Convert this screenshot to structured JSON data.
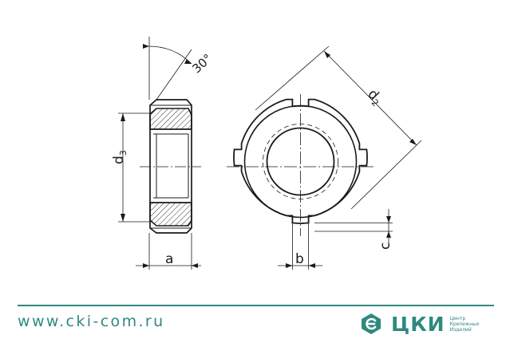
{
  "dimensions": {
    "angle": "30°",
    "d2_letter": "d",
    "d2_sub": "2",
    "d3_letter": "d",
    "d3_sub": "3",
    "a": "a",
    "b": "b",
    "c": "c"
  },
  "footer": {
    "url": "www.cki-com.ru",
    "brand": "ЦКИ",
    "brand_line1": "Центр",
    "brand_line2": "Крепежных",
    "brand_line3": "Изделий"
  },
  "colors": {
    "line": "#1a1a1a",
    "brand": "#2f8a7e"
  }
}
